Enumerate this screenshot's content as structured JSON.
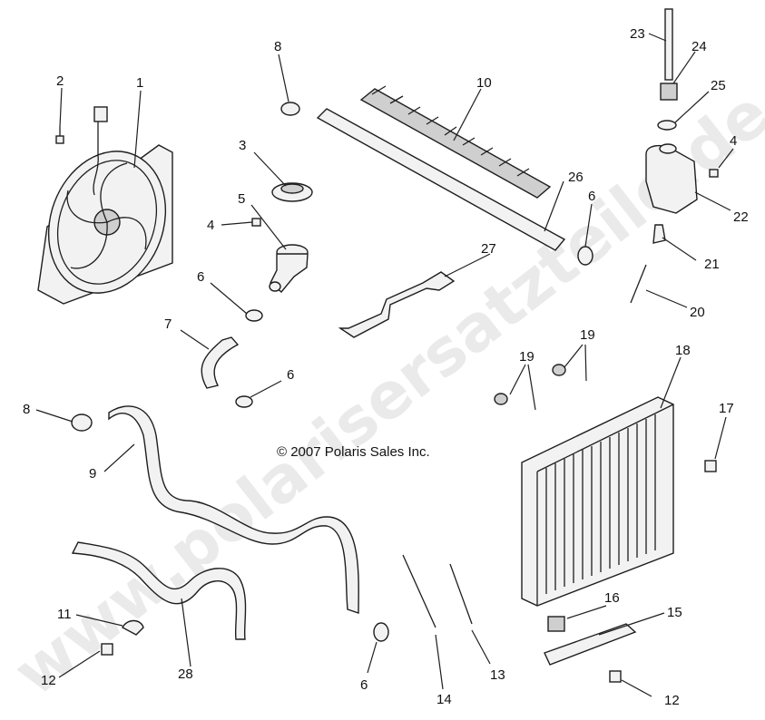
{
  "copyright": "© 2007 Polaris Sales Inc.",
  "watermark": "www.polarisersatzteile.de",
  "callouts": [
    {
      "id": "c1",
      "label": "1"
    },
    {
      "id": "c2",
      "label": "2"
    },
    {
      "id": "c3",
      "label": "3"
    },
    {
      "id": "c4a",
      "label": "4"
    },
    {
      "id": "c4b",
      "label": "4"
    },
    {
      "id": "c5",
      "label": "5"
    },
    {
      "id": "c6a",
      "label": "6"
    },
    {
      "id": "c6b",
      "label": "6"
    },
    {
      "id": "c6c",
      "label": "6"
    },
    {
      "id": "c6d",
      "label": "6"
    },
    {
      "id": "c7",
      "label": "7"
    },
    {
      "id": "c8a",
      "label": "8"
    },
    {
      "id": "c8b",
      "label": "8"
    },
    {
      "id": "c9",
      "label": "9"
    },
    {
      "id": "c10",
      "label": "10"
    },
    {
      "id": "c11",
      "label": "11"
    },
    {
      "id": "c12a",
      "label": "12"
    },
    {
      "id": "c12b",
      "label": "12"
    },
    {
      "id": "c13",
      "label": "13"
    },
    {
      "id": "c14",
      "label": "14"
    },
    {
      "id": "c15",
      "label": "15"
    },
    {
      "id": "c16",
      "label": "16"
    },
    {
      "id": "c17",
      "label": "17"
    },
    {
      "id": "c18",
      "label": "18"
    },
    {
      "id": "c19a",
      "label": "19"
    },
    {
      "id": "c19b",
      "label": "19"
    },
    {
      "id": "c20",
      "label": "20"
    },
    {
      "id": "c21",
      "label": "21"
    },
    {
      "id": "c22",
      "label": "22"
    },
    {
      "id": "c23",
      "label": "23"
    },
    {
      "id": "c24",
      "label": "24"
    },
    {
      "id": "c25",
      "label": "25"
    },
    {
      "id": "c26",
      "label": "26"
    },
    {
      "id": "c27",
      "label": "27"
    },
    {
      "id": "c28",
      "label": "28"
    }
  ]
}
